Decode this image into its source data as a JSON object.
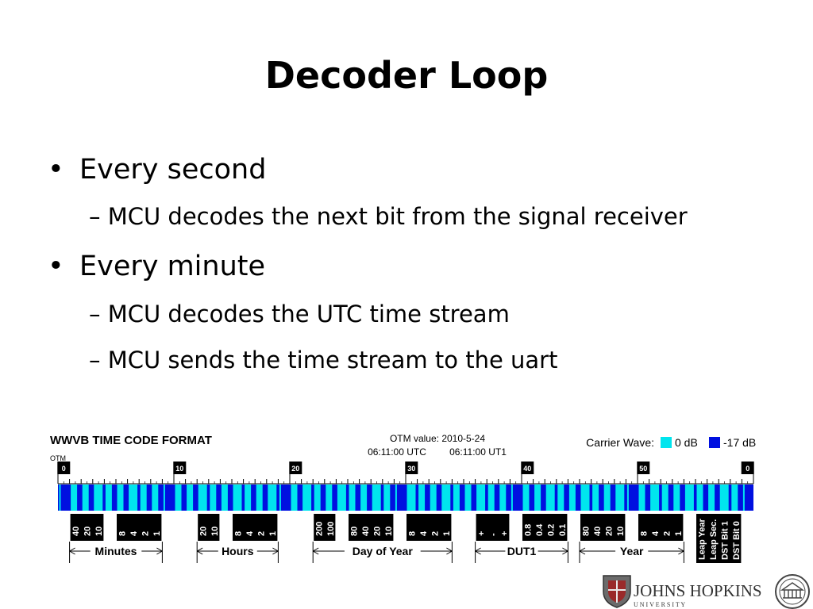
{
  "slide": {
    "title": "Decoder Loop",
    "bullets": [
      {
        "text": "Every second",
        "subs": [
          "MCU decodes the next bit from the signal receiver"
        ]
      },
      {
        "text": "Every minute",
        "subs": [
          "MCU decodes the UTC time stream",
          "MCU sends the time stream to the uart"
        ]
      }
    ],
    "bullet_glyph": "•",
    "sub_glyph": "–"
  },
  "wwvb": {
    "title": "WWVB TIME CODE FORMAT",
    "otm_line1": "OTM value: 2010-5-24",
    "otm_line2a": "06:11:00 UTC",
    "otm_line2b": "06:11:00 UT1",
    "otm_label": "OTM",
    "carrier_label": "Carrier Wave:",
    "legend": [
      {
        "label": "0 dB",
        "color": "#00e5ee"
      },
      {
        "label": "-17 dB",
        "color": "#0010e0"
      }
    ],
    "markers": [
      "0",
      "10",
      "20",
      "30",
      "40",
      "50",
      "0"
    ],
    "groups": [
      {
        "bits": [
          "40",
          "20",
          "10"
        ]
      },
      {
        "bits": [
          "8",
          "4",
          "2",
          "1"
        ]
      },
      {
        "bits": [
          "20",
          "10"
        ]
      },
      {
        "bits": [
          "8",
          "4",
          "2",
          "1"
        ]
      },
      {
        "bits": [
          "200",
          "100"
        ]
      },
      {
        "bits": [
          "80",
          "40",
          "20",
          "10"
        ]
      },
      {
        "bits": [
          "8",
          "4",
          "2",
          "1"
        ]
      },
      {
        "bits": [
          "+",
          "-",
          "+"
        ]
      },
      {
        "bits": [
          "0.8",
          "0.4",
          "0.2",
          "0.1"
        ]
      },
      {
        "bits": [
          "80",
          "40",
          "20",
          "10"
        ]
      },
      {
        "bits": [
          "8",
          "4",
          "2",
          "1"
        ]
      },
      {
        "bits": [
          "Leap Year",
          "Leap Sec.",
          "DST Bit 1",
          "DST Bit 0"
        ]
      }
    ],
    "fields": [
      "Minutes",
      "Hours",
      "Day of Year",
      "DUT1",
      "Year"
    ]
  },
  "logo": {
    "name": "JOHNS HOPKINS",
    "sub": "U N I V E R S I T Y"
  }
}
